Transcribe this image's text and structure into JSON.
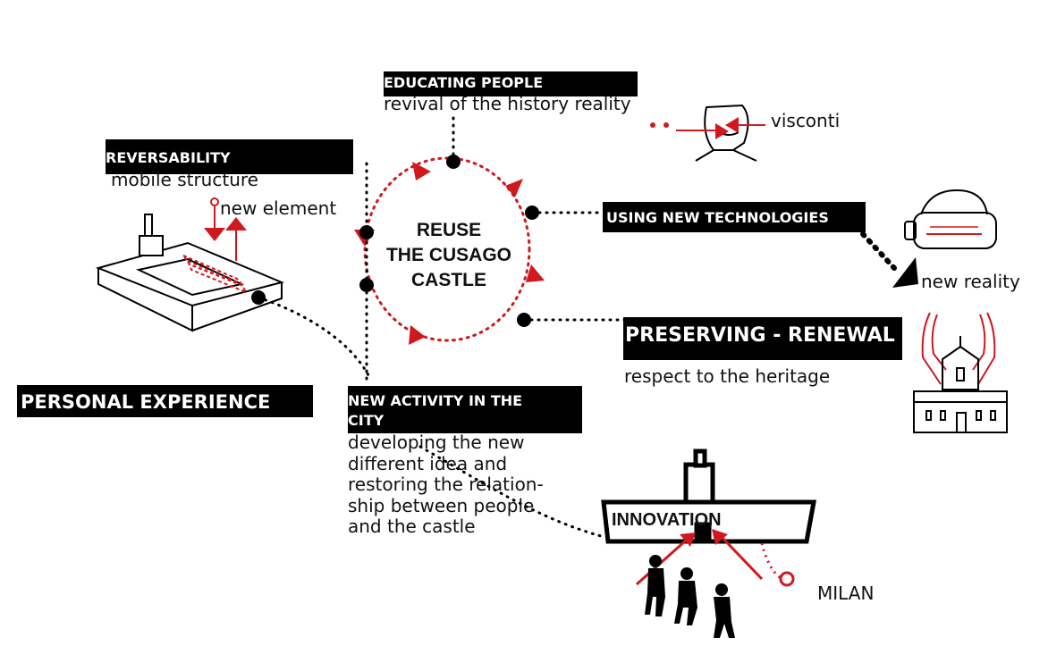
{
  "center": {
    "line1": "REUSE",
    "line2": "THE CUSAGO",
    "line3": "CASTLE"
  },
  "educating": {
    "title": "EDUCATING PEOPLE",
    "subtitle": "revival of the history reality",
    "note": "visconti"
  },
  "reversability": {
    "title": "REVERSABILITY",
    "subtitle": "mobile structure",
    "note": "new element"
  },
  "technologies": {
    "title": "USING NEW TECHNOLOGIES",
    "note": "new reality"
  },
  "preserving": {
    "title": "PRESERVING - RENEWAL",
    "subtitle": "respect to the heritage"
  },
  "personal": {
    "title": "PERSONAL EXPERIENCE"
  },
  "activity": {
    "title_line1": "NEW ACTIVITY IN THE",
    "title_line2": "CITY",
    "desc": [
      "developing the new",
      "different idea and",
      "restoring the relation-",
      "ship between people",
      "and the castle"
    ]
  },
  "innovation": {
    "title": "INNOVATION",
    "note": "MILAN"
  },
  "colors": {
    "accent": "#d0181f",
    "ink": "#000000"
  }
}
